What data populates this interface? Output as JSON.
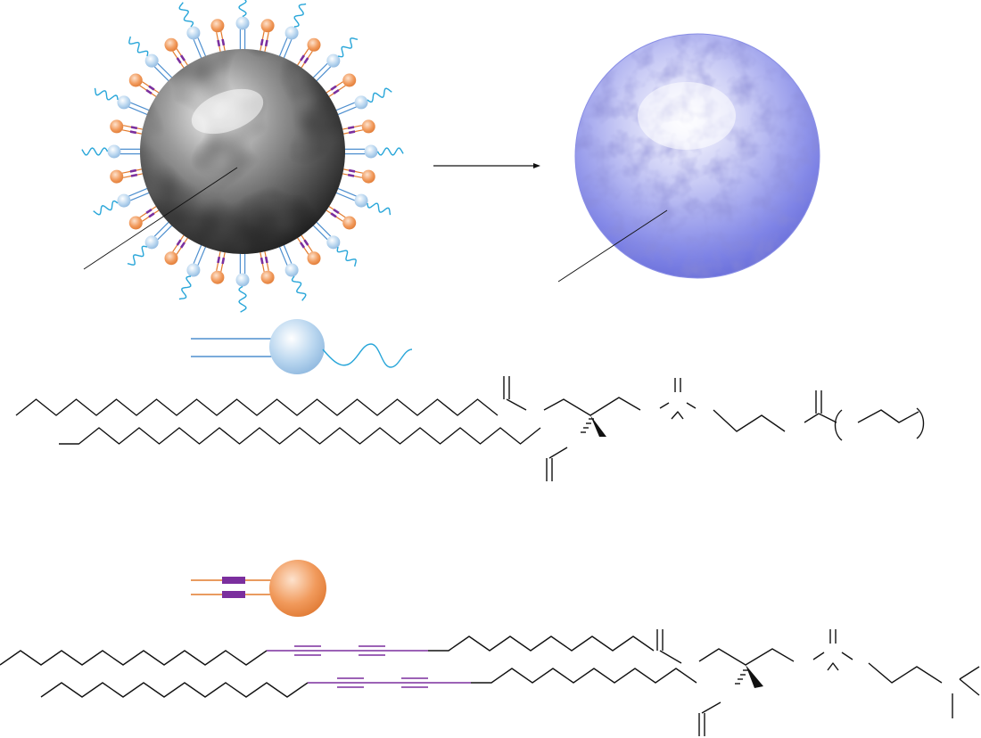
{
  "figure": {
    "colors": {
      "peg_lipid_head": "#b9d6ef",
      "peg_chain": "#29a6d9",
      "diacetylene_lipid_head": "#f19a5c",
      "diacetylene_bond": "#7b2f9e",
      "lipid_tail_orange": "#e27a2c",
      "lipid_tail_blue": "#4e8fcf",
      "nanoparticle_core": "#555555",
      "polymerized_shell": "#6b70e0",
      "structure_bonds": "#111111"
    },
    "components": {
      "left_particle": "lipid-coated-nanoparticle",
      "right_particle": "polymerized-lipid-shell-particle",
      "transformation": "arrow",
      "legend_peg_lipid": "pegylated-phospholipid",
      "legend_diacetylene_lipid": "diacetylene-phospholipid"
    },
    "icons": {
      "arrow": "arrow-right-icon",
      "peg_lipid": "peg-lipid-icon",
      "diacetylene_lipid": "diacetylene-lipid-icon"
    }
  }
}
